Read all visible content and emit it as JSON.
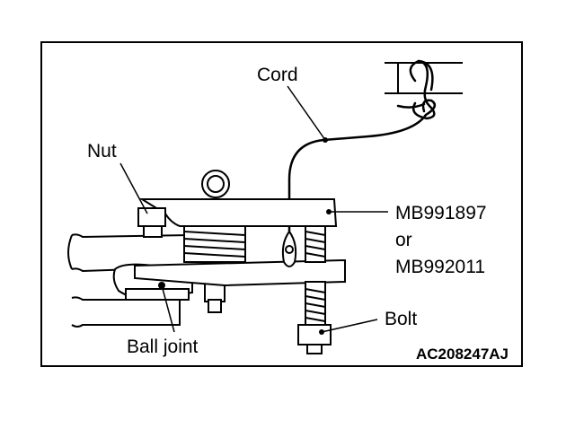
{
  "labels": {
    "cord": "Cord",
    "nut": "Nut",
    "tool_1": "MB991897",
    "or": "or",
    "tool_2": "MB992011",
    "bolt": "Bolt",
    "ball_joint": "Ball joint"
  },
  "figure_code": "AC208247AJ"
}
